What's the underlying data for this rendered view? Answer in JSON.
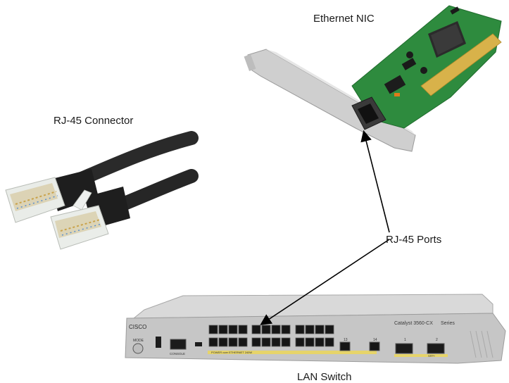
{
  "labels": {
    "nic": "Ethernet NIC",
    "connector": "RJ-45 Connector",
    "ports": "RJ-45 Ports",
    "switch": "LAN Switch"
  },
  "switch_markings": {
    "brand": "CISCO",
    "model": "Catalyst 3560-CX",
    "series": "Series",
    "mode": "MODE",
    "console": "CONSOLE",
    "power": "POWER over ETHERNET 240W",
    "sfp": "SFP+",
    "port_13": "13",
    "port_14": "14",
    "port_1": "1",
    "port_2": "2"
  },
  "colors": {
    "pcb": "#2e8b3e",
    "gold": "#d8b24a",
    "bracket": "#c9c9c9",
    "cable": "#2a2a2a",
    "switch_body": "#c8c8c8",
    "arrow": "#000000"
  }
}
